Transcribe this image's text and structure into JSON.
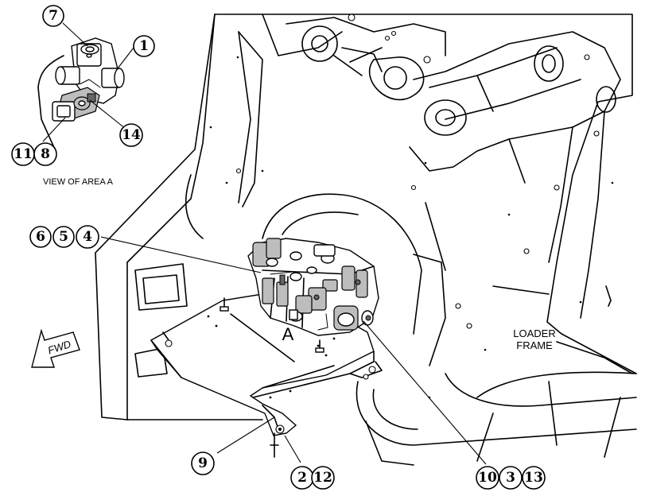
{
  "view_label": "VIEW OF AREA A",
  "area_label": "A",
  "frame_label": {
    "line1": "LOADER",
    "line2": "FRAME"
  },
  "fwd_label": "FWD",
  "callouts": {
    "c1": "1",
    "c2": "2",
    "c3": "3",
    "c4": "4",
    "c5": "5",
    "c6": "6",
    "c7": "7",
    "c8": "8",
    "c9": "9",
    "c10": "10",
    "c11": "11",
    "c12": "12",
    "c13": "13",
    "c14": "14"
  }
}
